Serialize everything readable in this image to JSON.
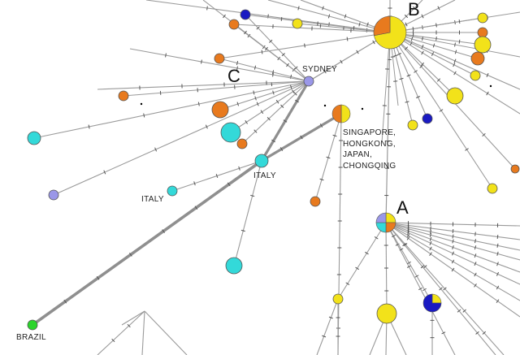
{
  "colors": {
    "yellow": "#f2e21a",
    "orange": "#e87a1e",
    "cyan": "#33d9d9",
    "blue": "#1a1ac2",
    "lavender": "#9a97e8",
    "green": "#2bd42b",
    "edge": "#9a9a9a",
    "edge_thick": "#8f8f8f"
  },
  "hub_labels": {
    "a": "A",
    "b": "B",
    "c": "C"
  },
  "place_labels": {
    "sydney": "SYDNEY",
    "singapore": "SINGAPORE,",
    "hongkong": "HONGKONG,",
    "japan": "JAPAN,",
    "chongqing": "CHONGQING",
    "italy_1": "ITALY",
    "italy_2": "ITALY",
    "brazil": "BRAZIL"
  }
}
